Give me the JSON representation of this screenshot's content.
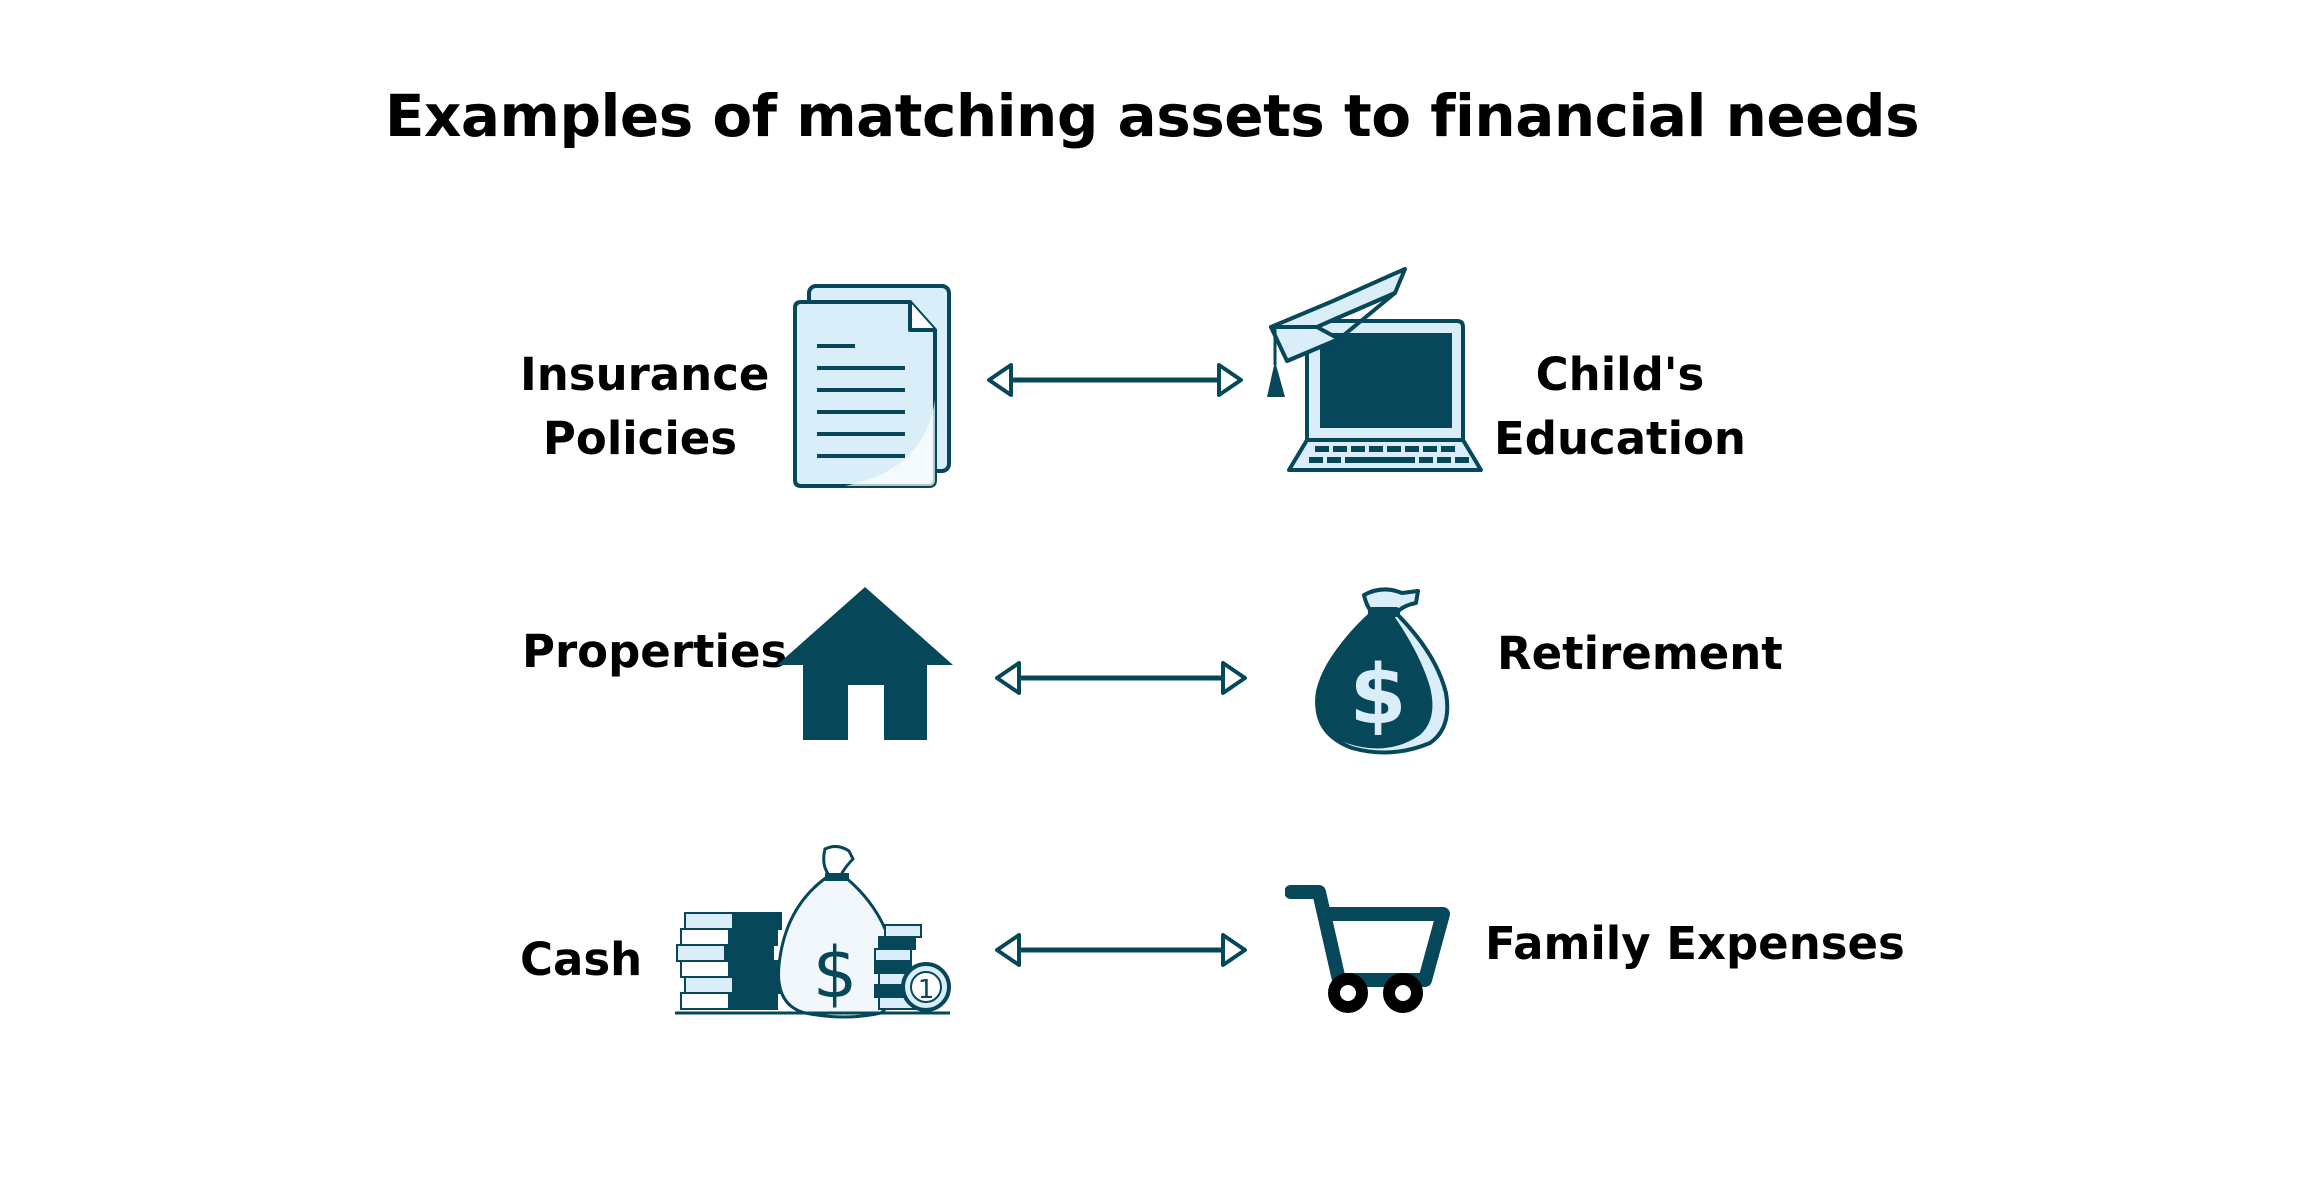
{
  "title": "Examples of matching assets to financial needs",
  "colors": {
    "primary": "#07475a",
    "light": "#d9eef8",
    "text": "#000000"
  },
  "rows": [
    {
      "asset": {
        "line1": "Insurance",
        "line2": "Policies",
        "icon": "documents-icon"
      },
      "need": {
        "line1": "Child's",
        "line2": "Education",
        "icon": "graduation-laptop-icon"
      }
    },
    {
      "asset": {
        "line1": "Properties",
        "icon": "house-icon"
      },
      "need": {
        "line1": "Retirement",
        "icon": "money-bag-icon"
      }
    },
    {
      "asset": {
        "line1": "Cash",
        "icon": "cash-stack-icon"
      },
      "need": {
        "line1": "Family Expenses",
        "icon": "shopping-cart-icon"
      }
    }
  ]
}
